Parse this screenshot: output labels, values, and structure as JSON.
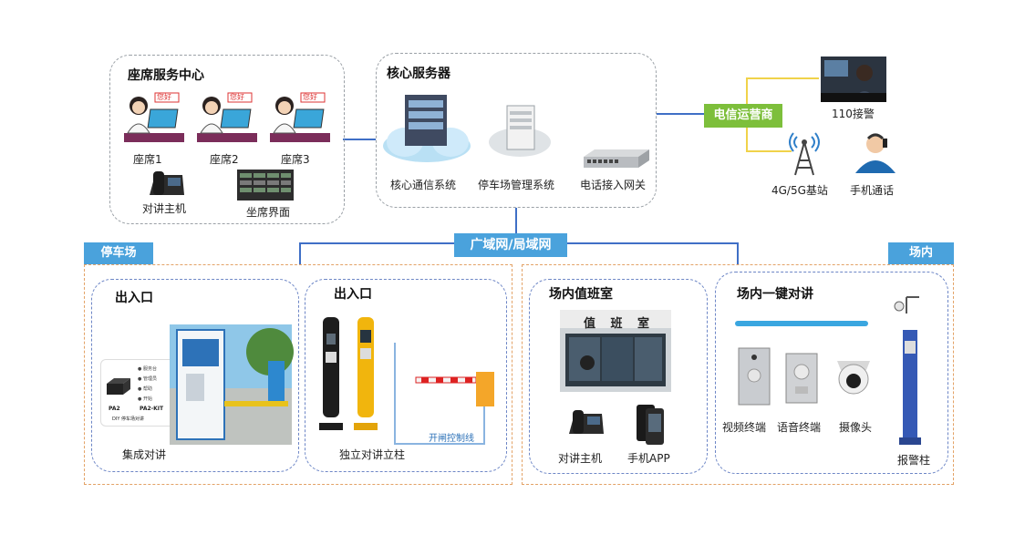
{
  "seat_center": {
    "title": "座席服务中心",
    "seats": [
      "座席1",
      "座席2",
      "座席3"
    ],
    "bubble": "您好",
    "intercom": "对讲主机",
    "seat_ui": "坐席界面"
  },
  "core": {
    "title": "核心服务器",
    "items": [
      "核心通信系统",
      "停车场管理系统",
      "电话接入网关"
    ]
  },
  "telecom": {
    "label": "电信运营商",
    "police": "110接警",
    "station": "4G/5G基站",
    "phone_call": "手机通话"
  },
  "network": {
    "label": "广域网/局域网"
  },
  "parking": {
    "tag": "停车场",
    "entrance1": "出入口",
    "entrance2": "出入口",
    "integrated": "集成对讲",
    "pillar": "独立对讲立柱",
    "gate_line": "开闸控制线",
    "kit_labels": [
      "PA2",
      "PA2-KIT",
      "DIY 停车场对讲"
    ],
    "kit_buttons": [
      "服务台",
      "管理员",
      "帮助",
      "开始"
    ]
  },
  "inside": {
    "tag": "场内",
    "duty_room": "场内值班室",
    "duty_sign": "值 班 室",
    "host": "对讲主机",
    "app": "手机APP",
    "one_key": "场内一键对讲",
    "video": "视频终端",
    "voice": "语音终端",
    "camera": "摄像头",
    "alarm": "报警柱"
  },
  "colors": {
    "network_blue": "#3f6fc6",
    "telecom_green": "#7dbf3b",
    "tag_blue": "#4aa2dc",
    "orange_dash": "#e3a266"
  }
}
